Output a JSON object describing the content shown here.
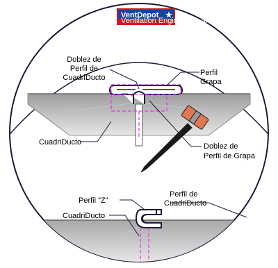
{
  "logo": {
    "brand": "VentDepot",
    "suffix": "★",
    "tagline": "Ventilation Engineering and Supply",
    "colors": {
      "red": "#d6161f",
      "blue": "#1b3fa6"
    }
  },
  "labels": {
    "doblez_cuadriducto": [
      "Doblez de",
      "Perfil de",
      "CuadriDucto"
    ],
    "perfil_grapa": [
      "Perfil",
      "Grapa"
    ],
    "cuadriducto_upper": "CuadriDucto",
    "doblez_grapa": [
      "Doblez de",
      "Perfil de Grapa"
    ],
    "perfil_z": "Perfil \"Z\"",
    "perfil_cuadriducto": [
      "Perfil de",
      "CuadriDucto"
    ],
    "cuadriducto_lower": "CuadriDucto"
  },
  "colors": {
    "duct_gray": "#b4b4b4",
    "duct_light": "#d9d9d9",
    "guide_magenta": "#ee2aee",
    "outline": "#1a1a3a",
    "hammer_head": "#e07852",
    "hammer_band": "#9a9a9a"
  }
}
